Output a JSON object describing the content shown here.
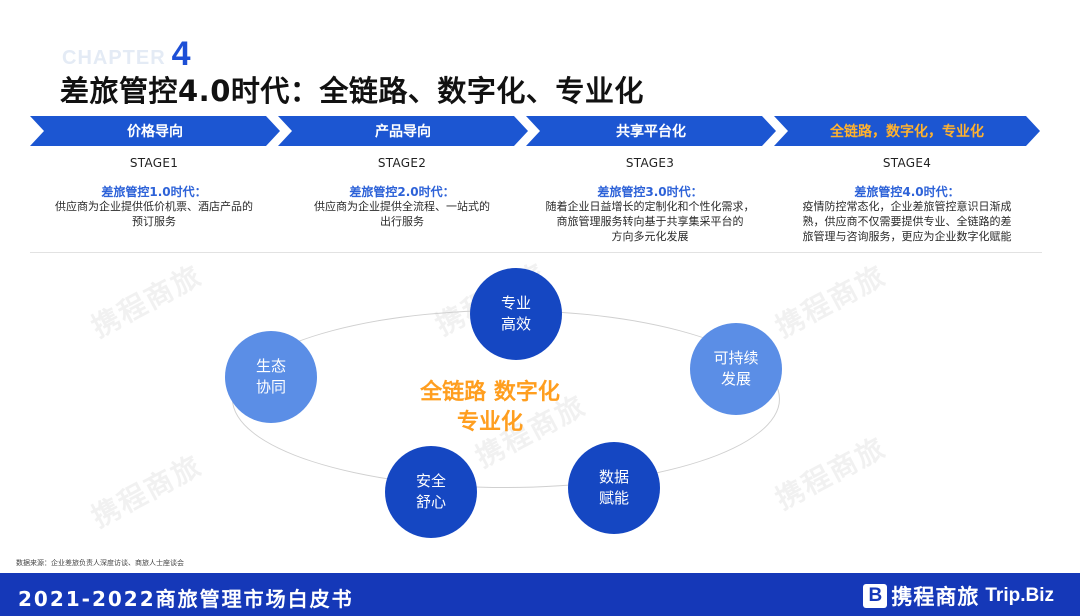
{
  "chapter": {
    "word": "CHAPTER",
    "number": "4"
  },
  "title": "差旅管控4.0时代：全链路、数字化、专业化",
  "stages": [
    {
      "label": "价格导向",
      "stage": "STAGE1",
      "era": "差旅管控1.0时代：",
      "lines": [
        "供应商为企业提供低价机票、酒店产品的",
        "预订服务"
      ]
    },
    {
      "label": "产品导向",
      "stage": "STAGE2",
      "era": "差旅管控2.0时代：",
      "lines": [
        "供应商为企业提供全流程、一站式的",
        "出行服务"
      ]
    },
    {
      "label": "共享平台化",
      "stage": "STAGE3",
      "era": "差旅管控3.0时代：",
      "lines": [
        "随着企业日益增长的定制化和个性化需求，",
        "商旅管理服务转向基于共享集采平台的",
        "方向多元化发展"
      ]
    },
    {
      "label": "全链路，数字化，专业化",
      "stage": "STAGE4",
      "era": "差旅管控4.0时代：",
      "lines": [
        "疫情防控常态化，企业差旅管控意识日渐成",
        "熟，供应商不仅需要提供专业、全链路的差",
        "旅管理与咨询服务，更应为企业数字化赋能"
      ]
    }
  ],
  "diagram": {
    "center": "全链路  数字化\n专业化",
    "nodes": {
      "top": "专业\n高效",
      "right": "可持续\n发展",
      "bottom_right": "数据\n赋能",
      "bottom_left": "安全\n舒心",
      "left": "生态\n协同"
    }
  },
  "watermark": "携程商旅",
  "source": "数据来源：企业差旅负责人深度访谈、商旅人士座谈会",
  "footer": {
    "title": "2021-2022商旅管理市场白皮书",
    "brand_icon": "B",
    "brand_cn": "携程商旅",
    "brand_en": "Trip.Biz"
  },
  "colors": {
    "primary_blue": "#1c56d2",
    "dark_blue": "#1547c2",
    "light_blue": "#5b8ee6",
    "orange": "#ff9e1f",
    "footer_blue": "#1538b8"
  }
}
